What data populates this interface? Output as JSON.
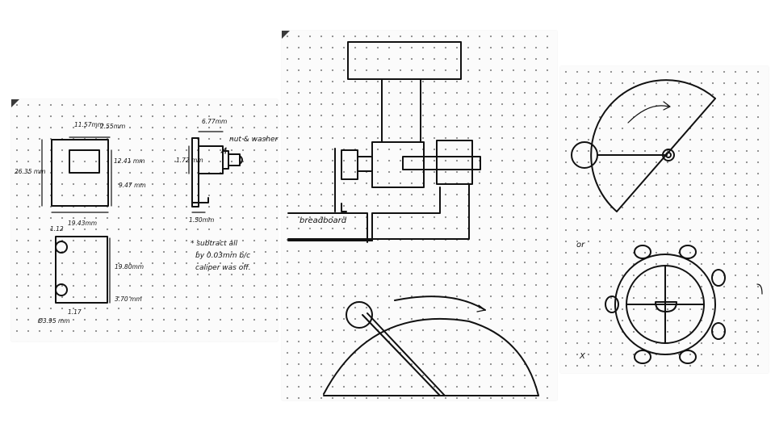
{
  "left_sheet": {
    "dims": {
      "width_inner": "11.57mm",
      "width_small": "2.55mm",
      "height_total": "26.35 mm",
      "height_window": "12.41 mm",
      "height_lower": "9.47 mm",
      "width_total": "19.43mm",
      "side_top": "1.12",
      "side_height": "19.80mm",
      "side_bottom": "3.70 mm",
      "side_offset": "1.17",
      "hole_diameter": "Ø3.95 mm",
      "pin_width": "6.77mm",
      "pin_height": "1.72 mm",
      "pin_base": "1.50mm"
    },
    "callout": "nut & washer",
    "note": [
      "* subtract all",
      "by 0.03mm b/c",
      "caliper was off."
    ]
  },
  "mid_sheet": {
    "breadboard_label": "breadboard"
  },
  "right_sheet": {
    "or_label": "or",
    "reject_mark": "X"
  },
  "colors": {
    "ink": "#111111",
    "paper": "#fbfbfb",
    "dot": "#8a8a8a"
  }
}
